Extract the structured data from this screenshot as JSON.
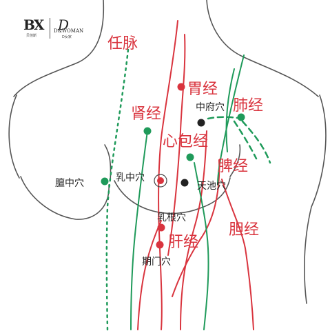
{
  "logo": {
    "brand1_mark": "BX",
    "brand1_sub": "贝佳斯",
    "brand2_mark": "D",
    "brand2_name": "D&WOMAN",
    "brand2_sub": "D女家"
  },
  "colors": {
    "red": "#d9343e",
    "green": "#1f9a5a",
    "dark": "#222222",
    "line": "#555555"
  },
  "meridians": {
    "ren": "任脉",
    "stomach": "胃经",
    "kidney": "肾经",
    "lung": "肺经",
    "pericardium": "心包经",
    "spleen": "脾经",
    "gallbladder": "胆经",
    "liver": "肝经"
  },
  "points": {
    "zhongfu": "中府穴",
    "tanzhong": "膻中穴",
    "ruzhong": "乳中穴",
    "tianchi": "天池穴",
    "rugen": "乳根穴",
    "qimen": "期门穴"
  }
}
